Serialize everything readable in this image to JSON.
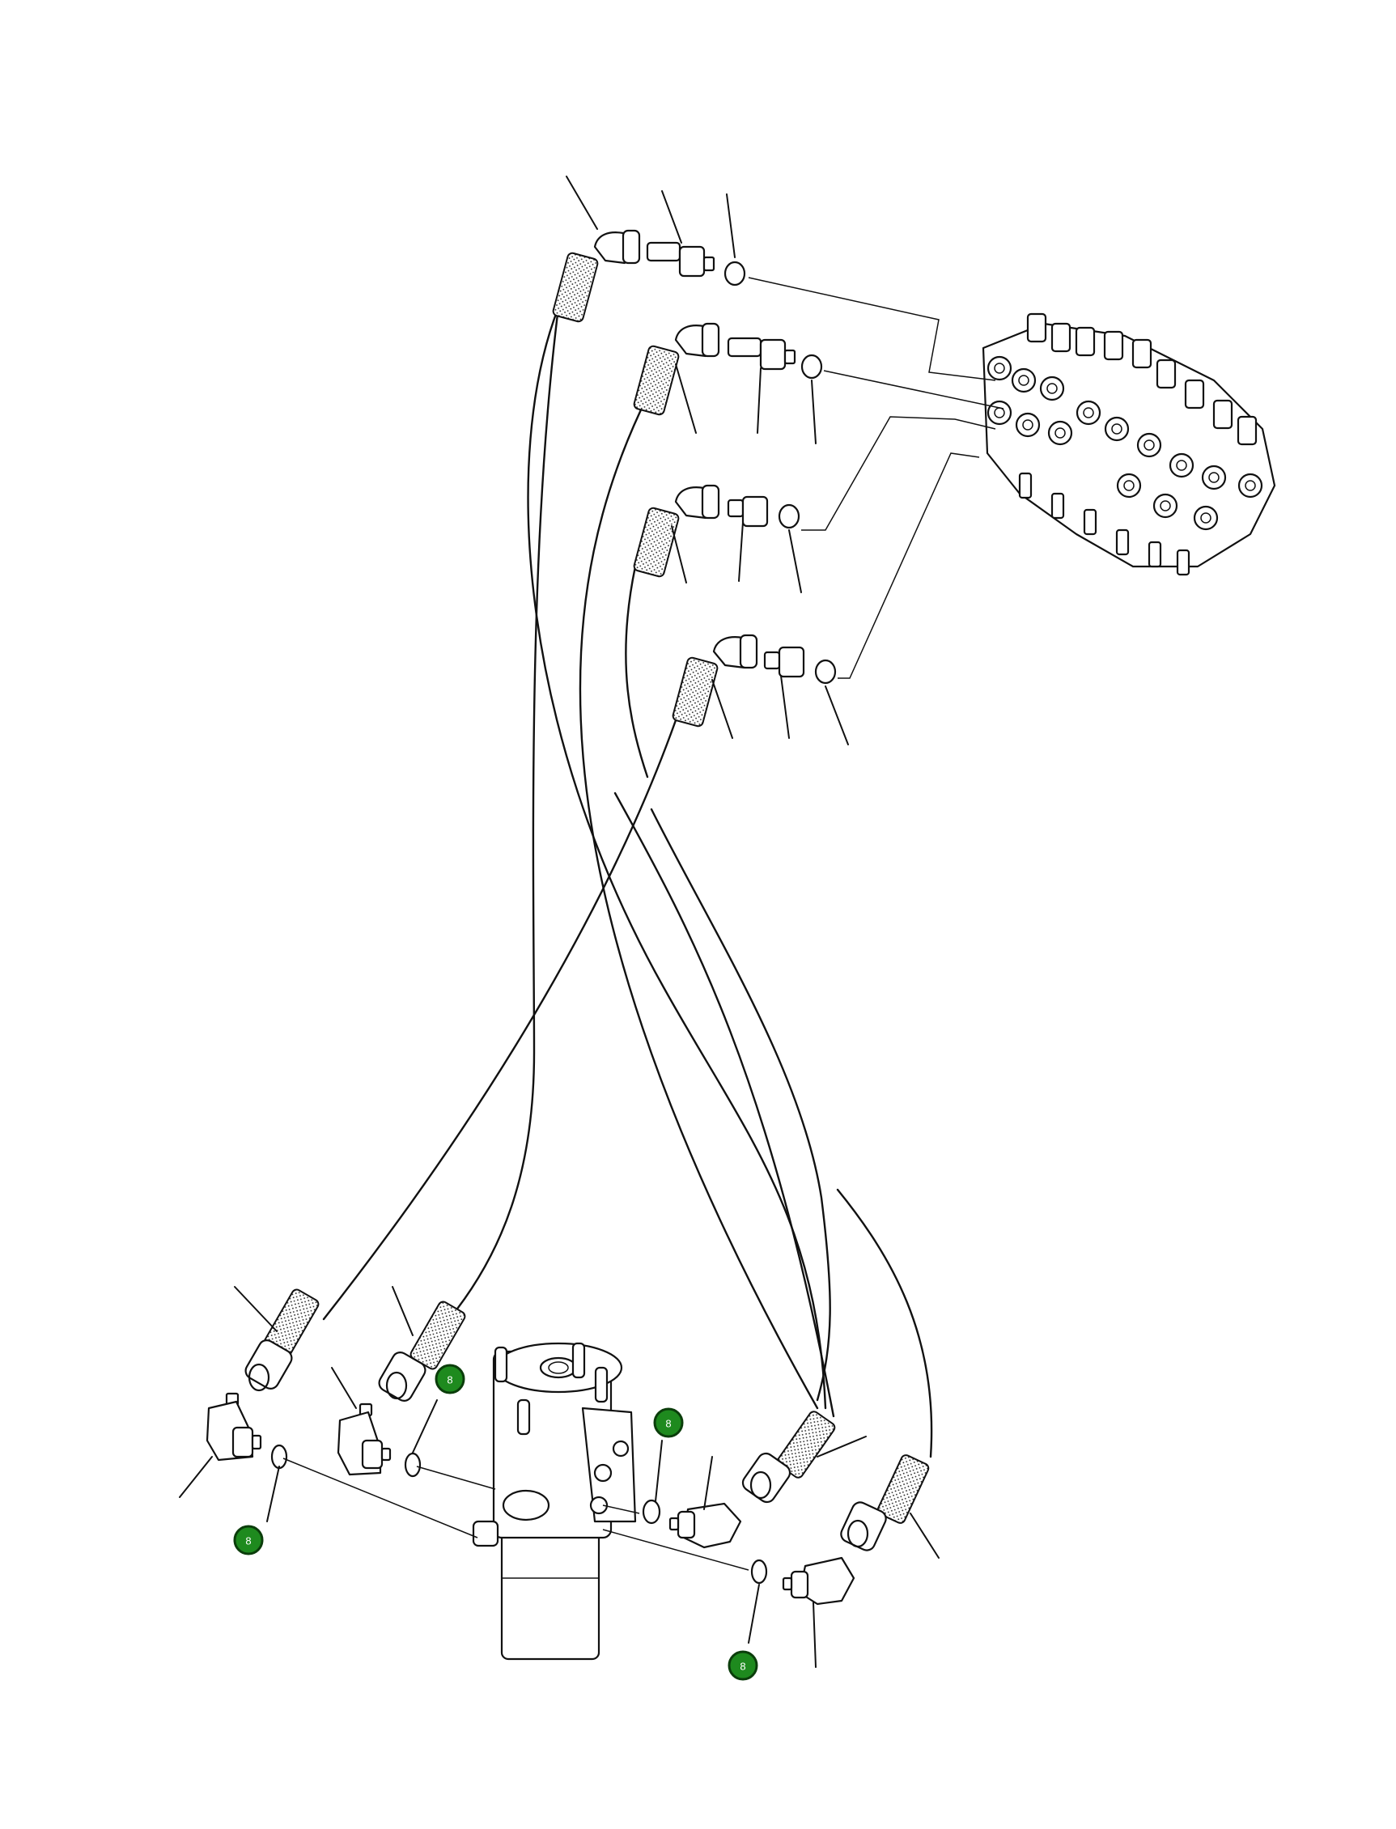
{
  "callouts": [
    {
      "id": "c1",
      "label": "8",
      "color": "#1e8a1e"
    },
    {
      "id": "c2",
      "label": "8",
      "color": "#1e8a1e"
    },
    {
      "id": "c3",
      "label": "8",
      "color": "#1e8a1e"
    },
    {
      "id": "c4",
      "label": "8",
      "color": "#1e8a1e"
    }
  ],
  "colors": {
    "line": "#111111",
    "background": "#ffffff",
    "callout_fill": "#1e8a1e"
  }
}
